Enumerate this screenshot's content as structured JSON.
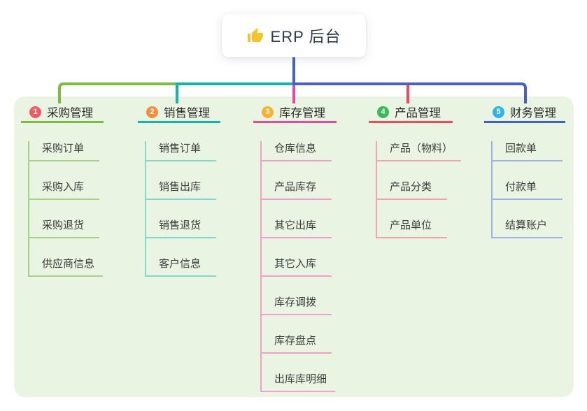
{
  "root": {
    "label": "ERP 后台",
    "icon": "thumbs-up-icon",
    "icon_color": "#f4c42d"
  },
  "canvas": {
    "background": "#ffffff",
    "container_bg": "#e9f5e2",
    "trunk_color": "#4a5ecb"
  },
  "branches": [
    {
      "badge": "1",
      "badge_color": "#f25b66",
      "title": "采购管理",
      "line_color": "#7ebc41",
      "child_line_color": "#a6d487",
      "children": [
        "采购订单",
        "采购入库",
        "采购退货",
        "供应商信息"
      ]
    },
    {
      "badge": "2",
      "badge_color": "#f78e3d",
      "title": "销售管理",
      "line_color": "#10b7a7",
      "child_line_color": "#86d7cb",
      "children": [
        "销售订单",
        "销售出库",
        "销售退货",
        "客户信息"
      ]
    },
    {
      "badge": "3",
      "badge_color": "#f7b32c",
      "title": "库存管理",
      "line_color": "#e74a9d",
      "child_line_color": "#f0a0ca",
      "children": [
        "仓库信息",
        "产品库存",
        "其它出库",
        "其它入库",
        "库存调拨",
        "库存盘点",
        "出库库明细"
      ]
    },
    {
      "badge": "4",
      "badge_color": "#3bb857",
      "title": "产品管理",
      "line_color": "#f4495d",
      "child_line_color": "#f7a3ab",
      "children": [
        "产品（物料）",
        "产品分类",
        "产品单位"
      ]
    },
    {
      "badge": "5",
      "badge_color": "#2fb3ea",
      "title": "财务管理",
      "line_color": "#3f60d5",
      "child_line_color": "#9fb1e6",
      "children": [
        "回款单",
        "付款单",
        "结算账户"
      ]
    }
  ]
}
